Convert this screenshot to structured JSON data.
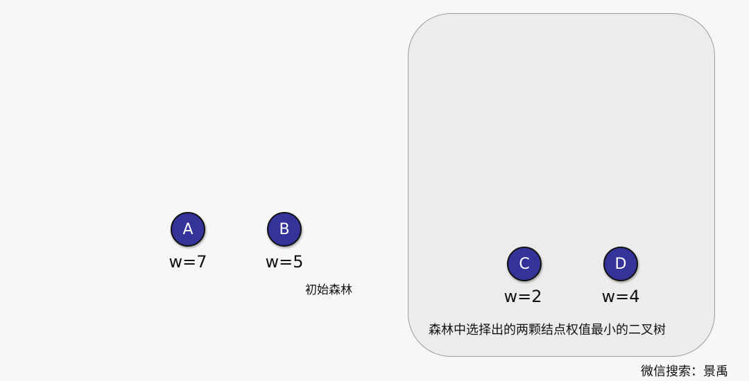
{
  "nodes": [
    {
      "label": "A",
      "weight": "w=7"
    },
    {
      "label": "B",
      "weight": "w=5"
    },
    {
      "label": "C",
      "weight": "w=2"
    },
    {
      "label": "D",
      "weight": "w=4"
    }
  ],
  "initial_forest_label": "初始森林",
  "selected_label": "森林中选择出的两颗结点权值最小的二叉树",
  "watermark": "微信搜索：景禹"
}
